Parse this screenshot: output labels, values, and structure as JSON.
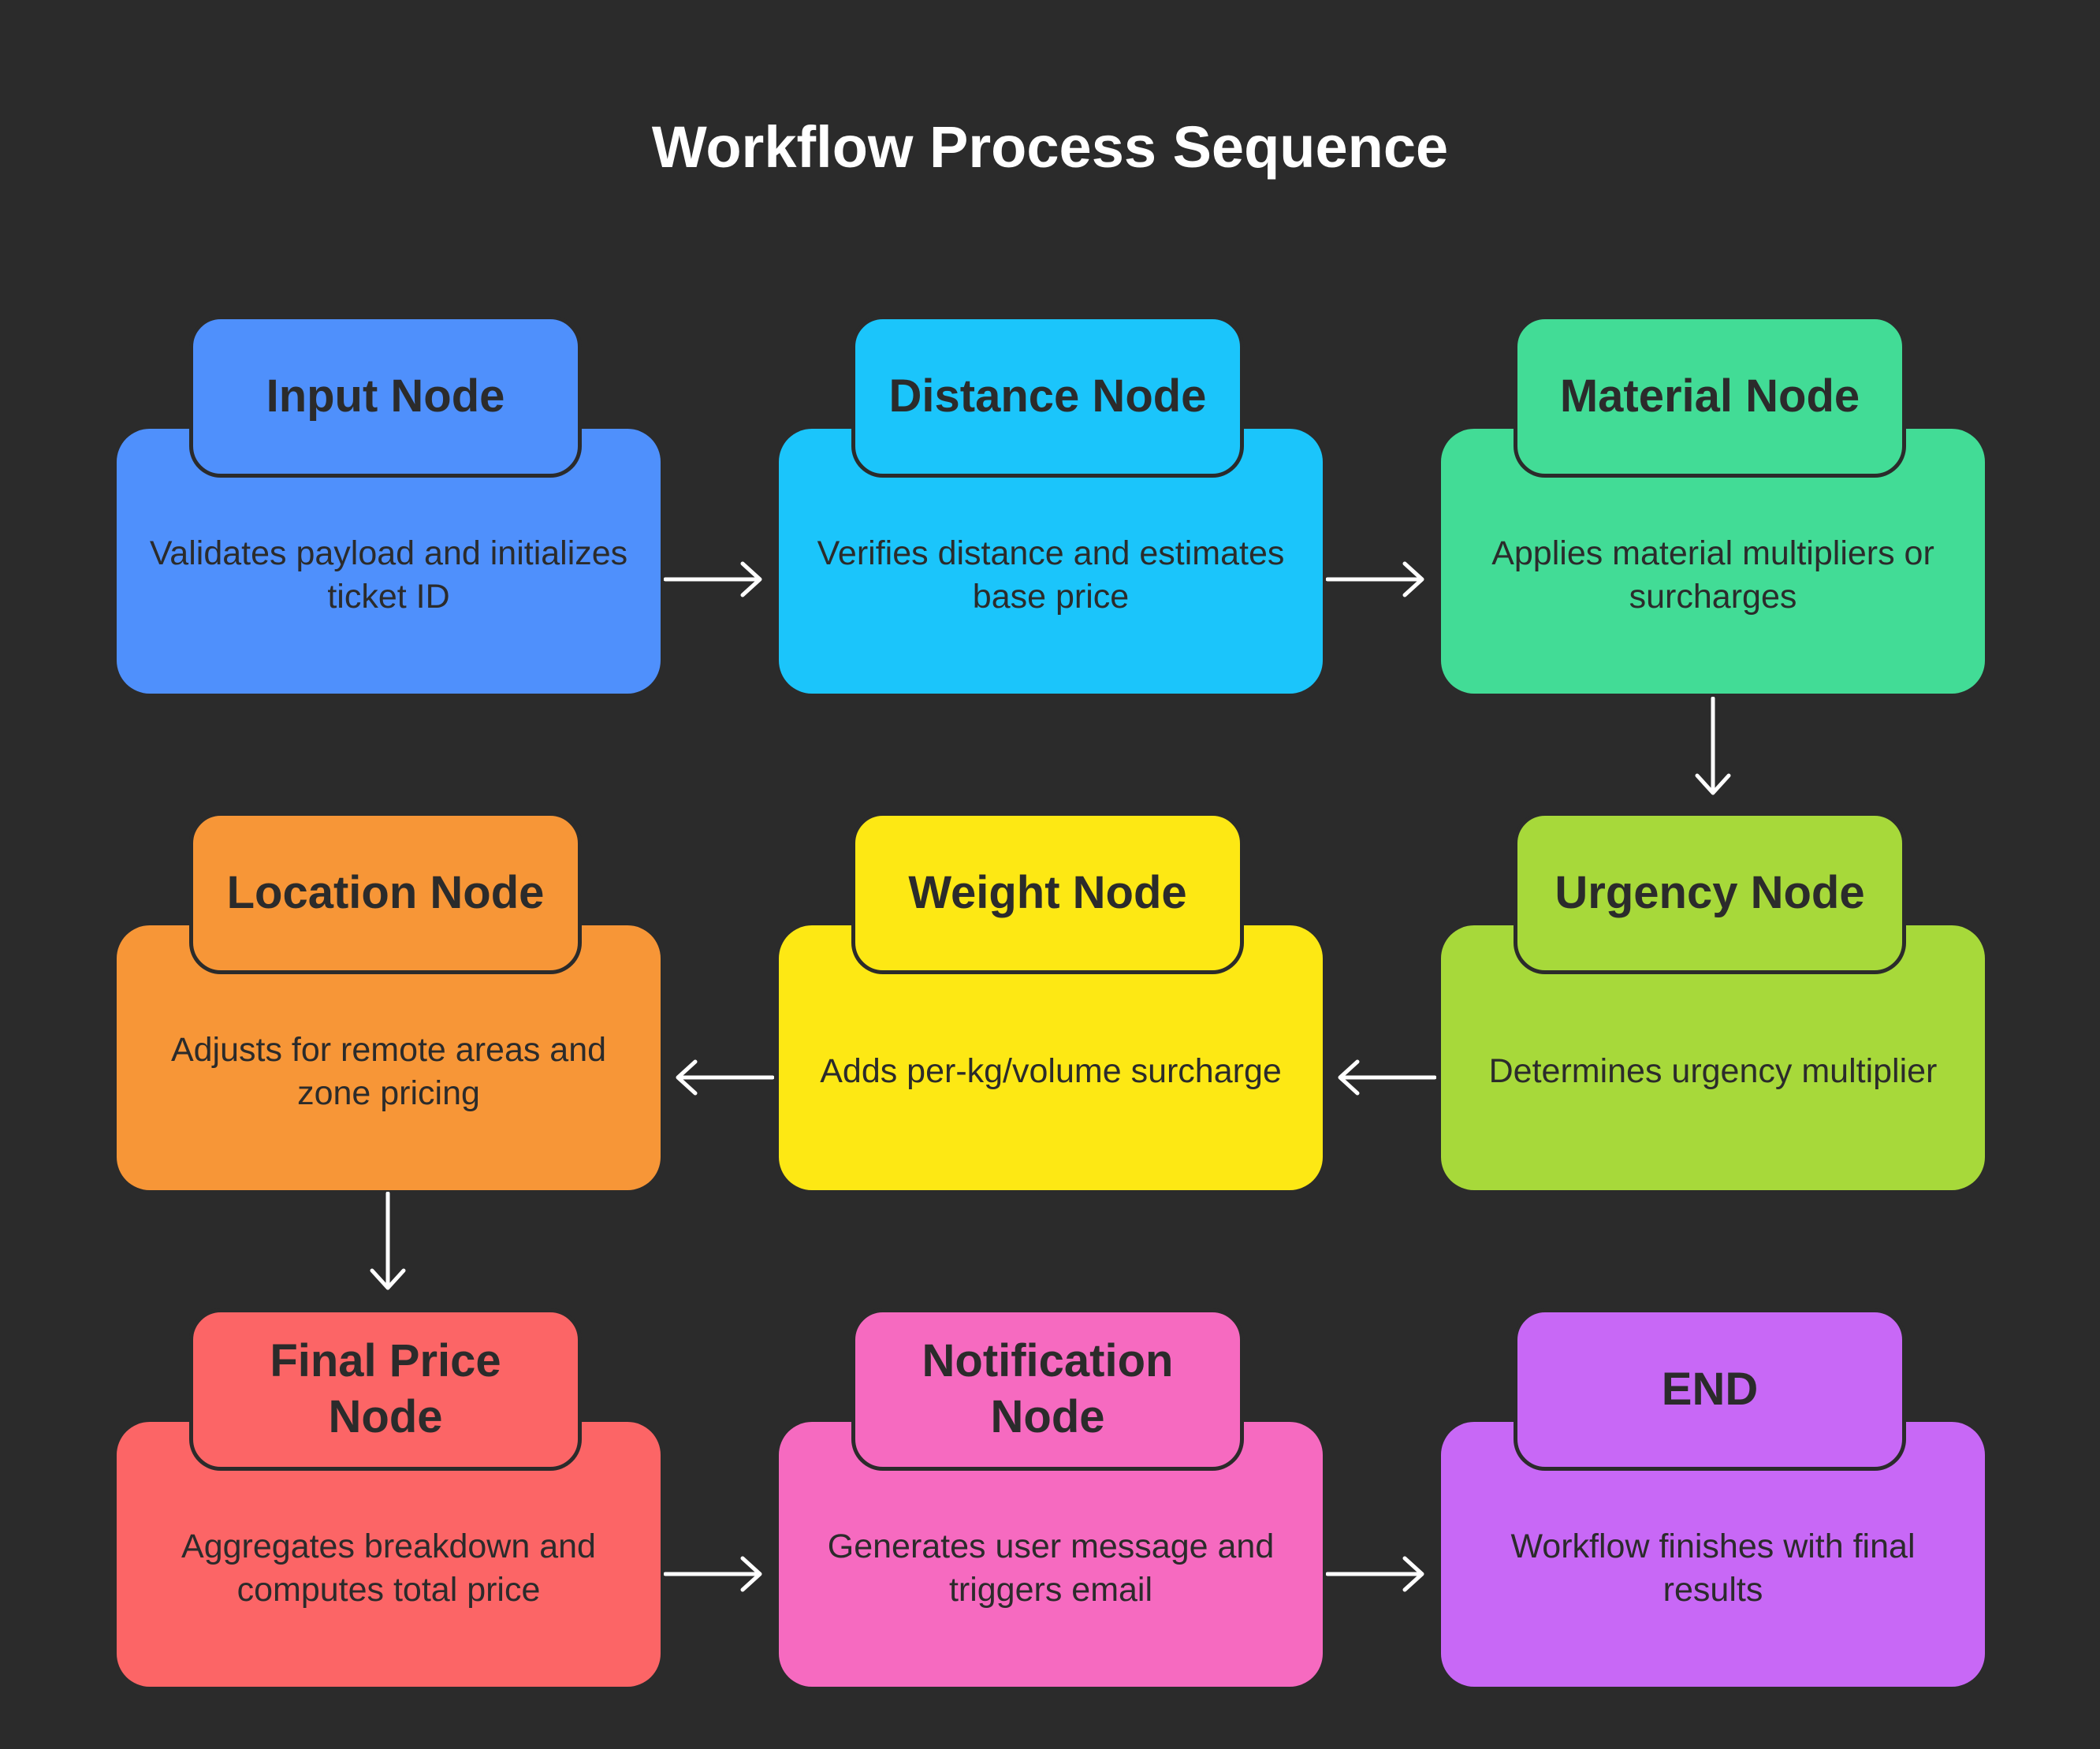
{
  "title": "Workflow Process Sequence",
  "nodes": [
    {
      "title": "Input Node",
      "desc": "Validates payload and initializes ticket ID",
      "color": "#4f90fc"
    },
    {
      "title": "Distance Node",
      "desc": "Verifies distance and estimates base price",
      "color": "#1bc5fb"
    },
    {
      "title": "Material Node",
      "desc": "Applies material multipliers or surcharges",
      "color": "#42dc96"
    },
    {
      "title": "Urgency Node",
      "desc": "Determines urgency multiplier",
      "color": "#a7d93a"
    },
    {
      "title": "Weight Node",
      "desc": "Adds per-kg/volume surcharge",
      "color": "#fde814"
    },
    {
      "title": "Location Node",
      "desc": "Adjusts for remote areas and zone pricing",
      "color": "#f79637"
    },
    {
      "title": "Final Price Node",
      "desc": "Aggregates breakdown and computes total price",
      "color": "#fc6566"
    },
    {
      "title": "Notification Node",
      "desc": "Generates user message and triggers email",
      "color": "#f66ac0"
    },
    {
      "title": "END",
      "desc": "Workflow finishes with final results",
      "color": "#c868f6"
    }
  ],
  "arrow_color": "#ffffff"
}
